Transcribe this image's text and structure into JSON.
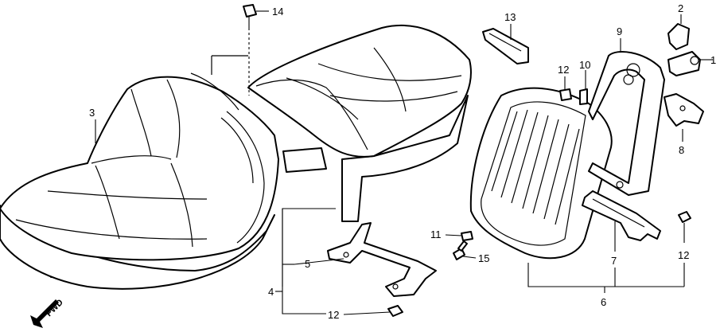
{
  "diagram": {
    "callouts": {
      "c1": "1",
      "c2": "2",
      "c3": "3",
      "c4": "4",
      "c5": "5",
      "c6": "6",
      "c7": "7",
      "c8": "8",
      "c9": "9",
      "c10": "10",
      "c11": "11",
      "c12a": "12",
      "c12b": "12",
      "c12c": "12",
      "c13": "13",
      "c14": "14",
      "c15": "15"
    },
    "direction_label": "FWD",
    "colors": {
      "ink": "#000000",
      "paper": "#ffffff"
    },
    "parts": [
      "front-seat",
      "rear-seat",
      "backrest",
      "backrest-frame",
      "seat-stay",
      "backrest-stay",
      "seat-lock",
      "lock-cover",
      "strap"
    ]
  }
}
